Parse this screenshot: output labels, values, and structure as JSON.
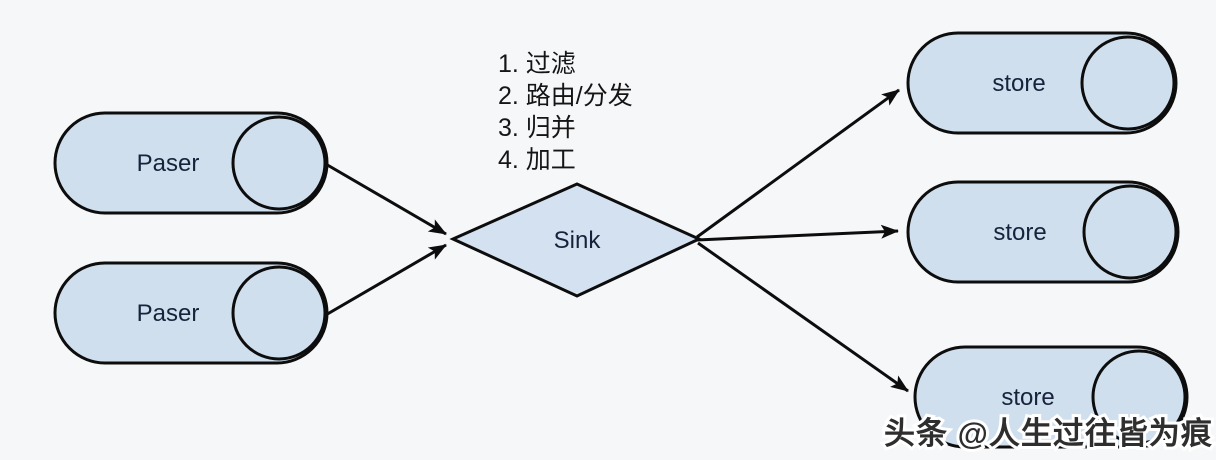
{
  "diagram": {
    "background_color": "#f6f7f9",
    "node_fill_color": "#cfdfee",
    "diamond_fill_color": "#d4e1f0",
    "outline_color": "#0d0d0d",
    "label_color": "#17233c",
    "nodes": {
      "paser1": {
        "label": "Paser"
      },
      "paser2": {
        "label": "Paser"
      },
      "sink": {
        "label": "Sink"
      },
      "store1": {
        "label": "store"
      },
      "store2": {
        "label": "store"
      },
      "store3": {
        "label": "store"
      }
    },
    "annotation": {
      "lines": [
        "1. 过滤",
        "2. 路由/分发",
        "3. 归并",
        "4. 加工"
      ]
    },
    "edges": [
      {
        "from": "paser1",
        "to": "sink"
      },
      {
        "from": "paser2",
        "to": "sink"
      },
      {
        "from": "sink",
        "to": "store1"
      },
      {
        "from": "sink",
        "to": "store2"
      },
      {
        "from": "sink",
        "to": "store3"
      }
    ],
    "watermark": "头条 @人生过往皆为痕"
  }
}
